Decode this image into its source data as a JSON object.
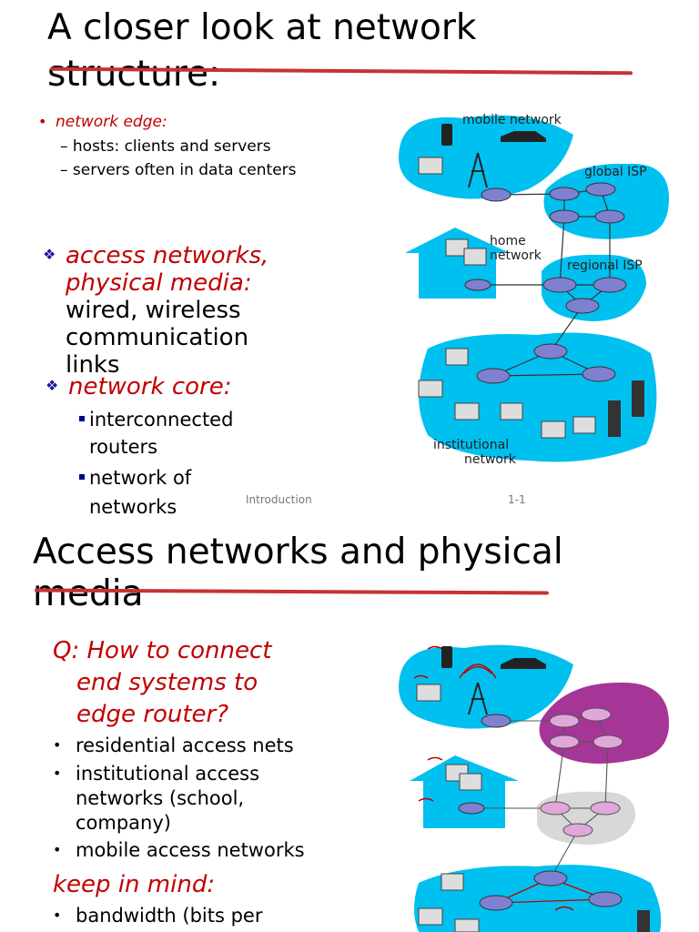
{
  "slide1": {
    "title_line1": "A closer look at network",
    "title_line2": "structure:",
    "edge_heading": "network edge:",
    "edge_items": [
      "– hosts: clients and servers",
      "– servers often in data centers"
    ],
    "access_heading_1": "access networks,",
    "access_heading_2": "physical media:",
    "access_text_1": "wired, wireless",
    "access_text_2": "communication",
    "access_text_3": "links",
    "core_heading": "network core:",
    "core_items": [
      {
        "line1": "interconnected",
        "line2": "routers"
      },
      {
        "line1": "network of",
        "line2": "networks"
      }
    ],
    "footer_left": "Introduction",
    "footer_right": "1-1",
    "diagram_labels": {
      "mobile": "mobile network",
      "global": "global ISP",
      "home_1": "home",
      "home_2": "network",
      "regional": "regional ISP",
      "inst_1": "institutional",
      "inst_2": "network"
    }
  },
  "slide2": {
    "title_line1": "Access networks and physical",
    "title_line2": "media",
    "question_1": "Q: How to connect",
    "question_2": "end systems to",
    "question_3": "edge router?",
    "items": [
      [
        "residential access nets"
      ],
      [
        "institutional access",
        "networks (school,",
        "company)"
      ],
      [
        "mobile access networks"
      ]
    ],
    "keep_heading": "keep in mind:",
    "keep_items": [
      "bandwidth (bits per"
    ]
  },
  "colors": {
    "accent_red": "#c00000",
    "strike_red": "#c83232",
    "cloud_blue": "#00c0f0",
    "router_blue": "#8080d0",
    "purple_cloud": "#9b1f8c"
  }
}
